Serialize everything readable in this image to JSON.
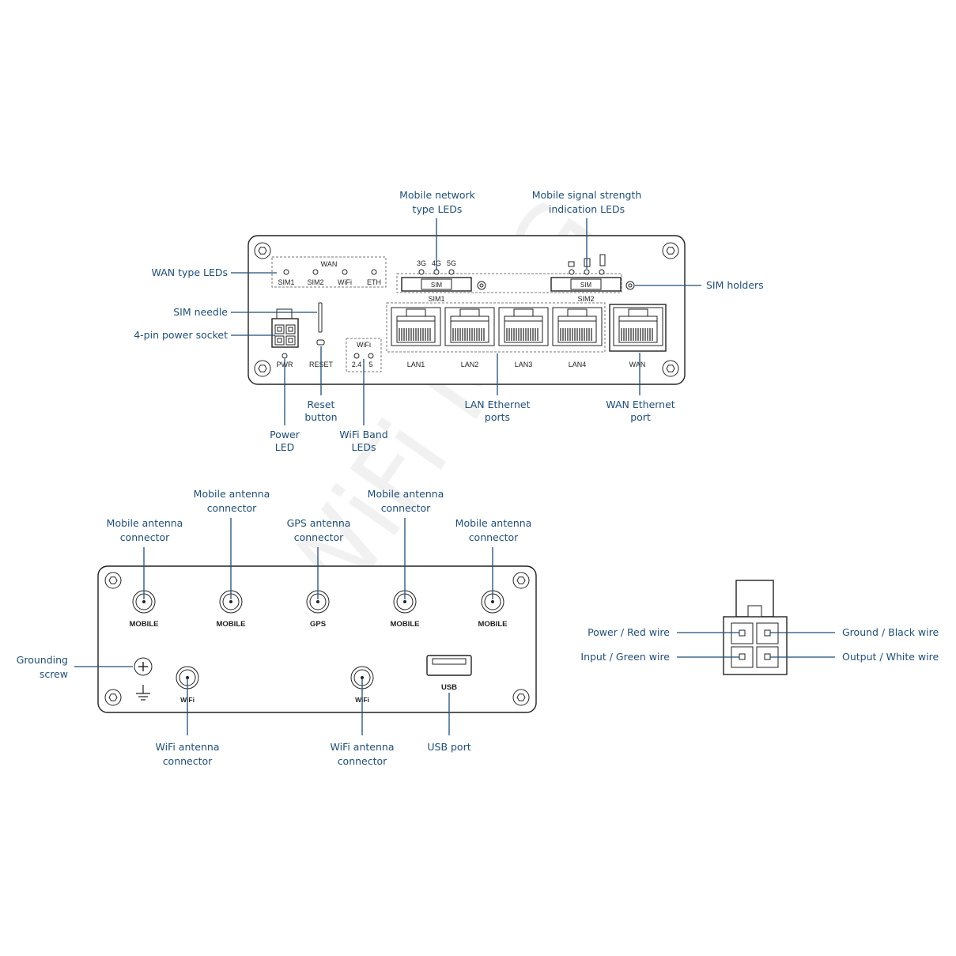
{
  "callouts": {
    "mobile_network_type_leds": [
      "Mobile network",
      "type LEDs"
    ],
    "mobile_signal_strength_leds": [
      "Mobile signal strength",
      "indication LEDs"
    ],
    "wan_type_leds": "WAN type LEDs",
    "sim_needle": "SIM needle",
    "power_socket": "4-pin power socket",
    "sim_holders": "SIM holders",
    "reset_button": [
      "Reset",
      "button"
    ],
    "power_led": [
      "Power",
      "LED"
    ],
    "wifi_band_leds": [
      "WiFi Band",
      "LEDs"
    ],
    "lan_ethernet_ports": [
      "LAN Ethernet",
      "ports"
    ],
    "wan_ethernet_port": [
      "WAN Ethernet",
      "port"
    ],
    "mobile_antenna": [
      "Mobile antenna",
      "connector"
    ],
    "gps_antenna": [
      "GPS antenna",
      "connector"
    ],
    "grounding_screw": [
      "Grounding",
      "screw"
    ],
    "wifi_antenna": [
      "WiFi antenna",
      "connector"
    ],
    "usb_port": "USB port",
    "power_red": "Power / Red wire",
    "input_green": "Input / Green wire",
    "ground_black": "Ground / Black wire",
    "output_white": "Output / White wire"
  },
  "front": {
    "wan_title": "WAN",
    "wan_leds": [
      "SIM1",
      "SIM2",
      "WiFi",
      "ETH"
    ],
    "net_leds": [
      "3G",
      "4G",
      "5G"
    ],
    "sim_slot": "SIM",
    "sim1": "SIM1",
    "sim2": "SIM2",
    "pwr": "PWR",
    "reset": "RESET",
    "wifi_title": "WiFi",
    "wifi_bands": [
      "2.4",
      "5"
    ],
    "lan_ports": [
      "LAN1",
      "LAN2",
      "LAN3",
      "LAN4"
    ],
    "wan_port": "WAN"
  },
  "back": {
    "mobile": "MOBILE",
    "gps": "GPS",
    "wifi": "WiFi",
    "usb": "USB"
  },
  "watermark": "WiFi MAG"
}
